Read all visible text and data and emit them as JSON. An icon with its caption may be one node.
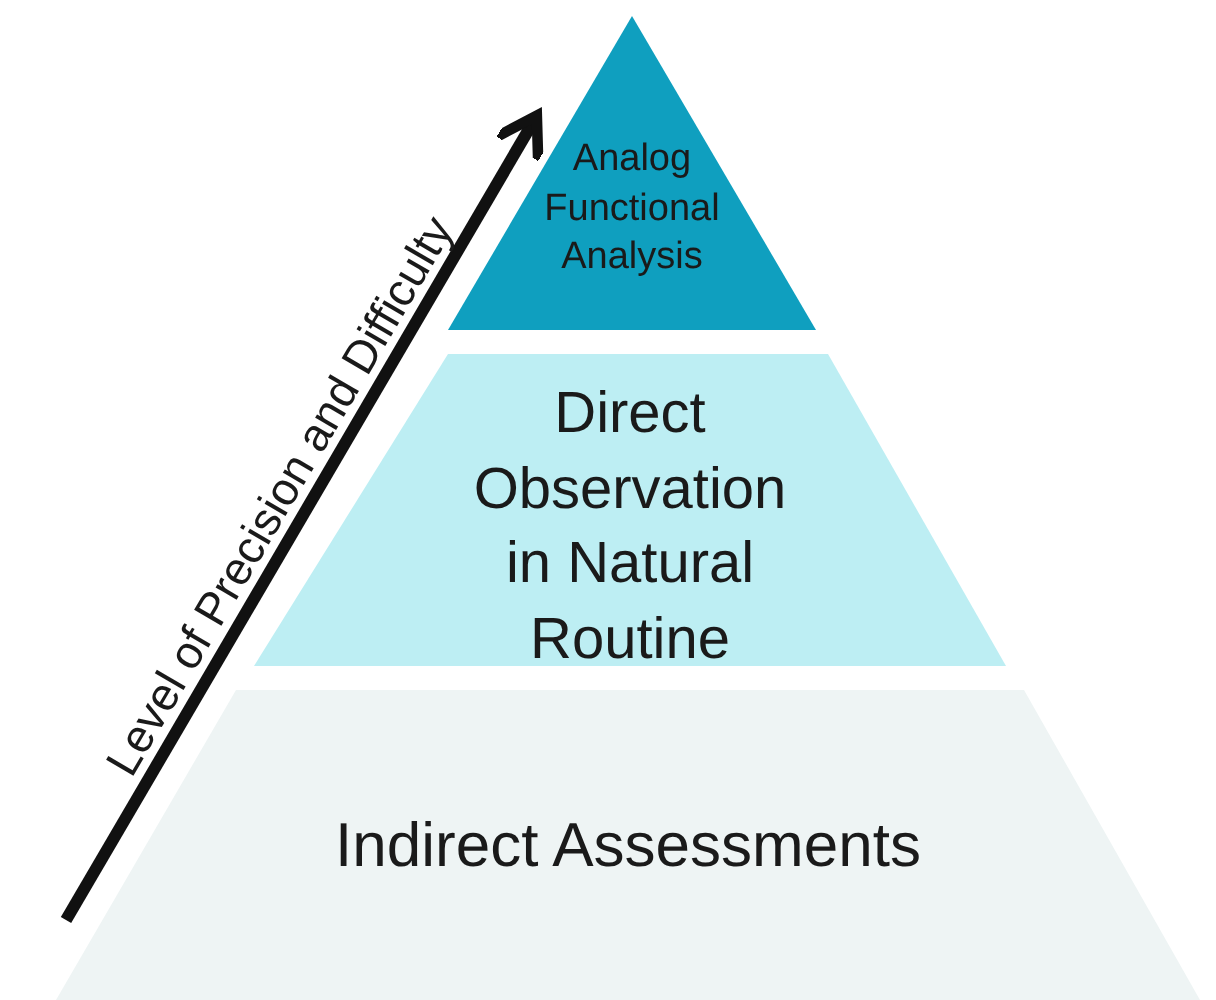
{
  "diagram": {
    "nodes": [
      {
        "text": [
          "Analog Functional Analysis"
        ]
      },
      {
        "text": [
          "Direct Observation in Natural Routine"
        ]
      },
      {
        "text": [
          "Indirect Assessments"
        ]
      }
    ],
    "labels": [
      "Level of Precision and Difficulty"
    ]
  }
}
